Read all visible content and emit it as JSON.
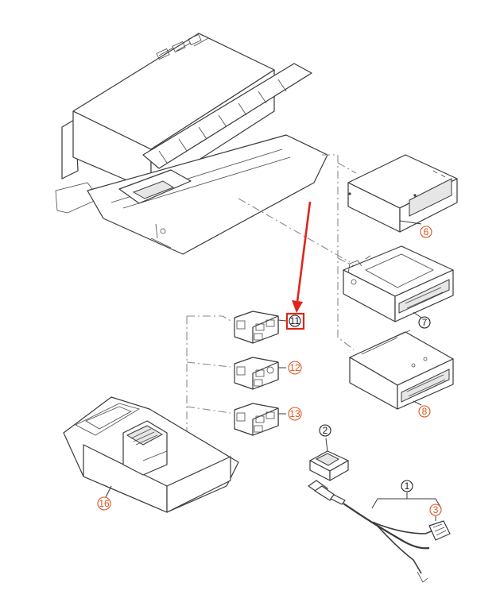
{
  "colors": {
    "callout_orange": "#d9551f",
    "callout_black": "#222222",
    "highlight_red": "#e0251b",
    "line": "#3a3a3a"
  },
  "callouts": [
    {
      "id": "c1",
      "label": "1",
      "color": "black"
    },
    {
      "id": "c2",
      "label": "2",
      "color": "black"
    },
    {
      "id": "c3",
      "label": "3",
      "color": "orange"
    },
    {
      "id": "c6",
      "label": "6",
      "color": "orange"
    },
    {
      "id": "c7",
      "label": "7",
      "color": "black"
    },
    {
      "id": "c8",
      "label": "8",
      "color": "orange"
    },
    {
      "id": "c11",
      "label": "11",
      "color": "black"
    },
    {
      "id": "c12",
      "label": "12",
      "color": "orange"
    },
    {
      "id": "c13",
      "label": "13",
      "color": "orange"
    },
    {
      "id": "c16",
      "label": "16",
      "color": "orange"
    }
  ]
}
